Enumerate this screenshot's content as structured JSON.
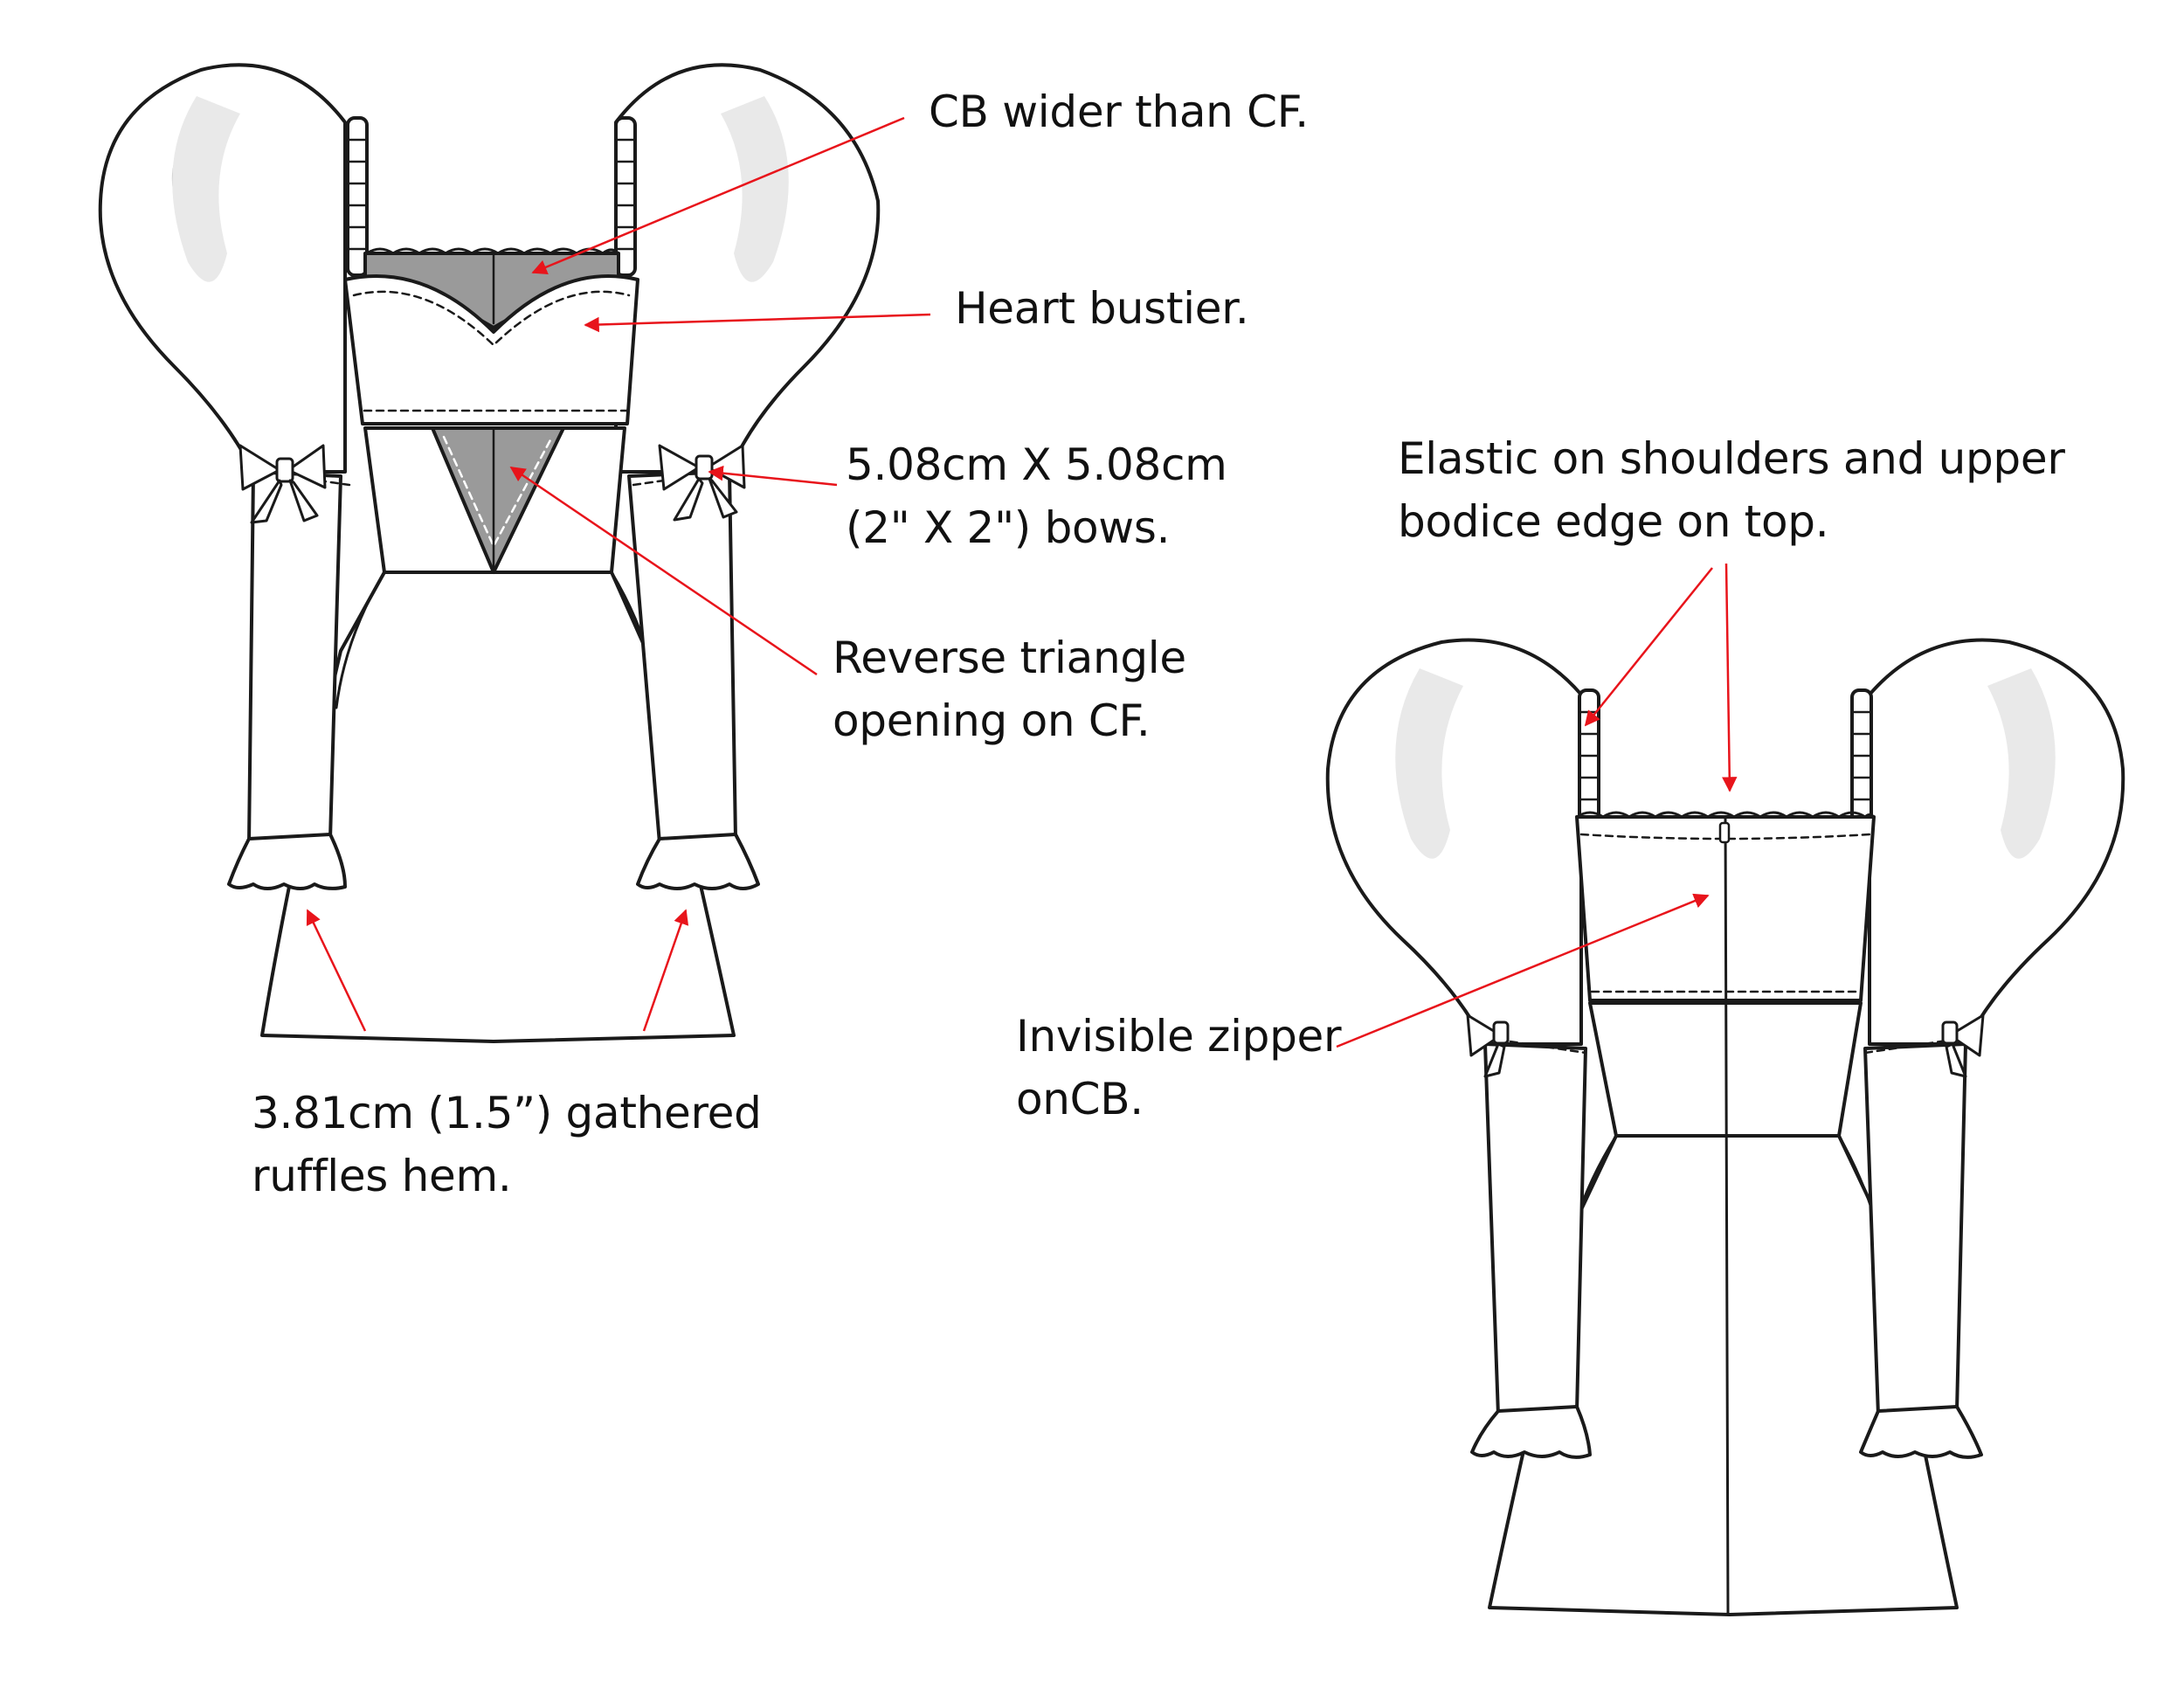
{
  "colors": {
    "outline": "#1a1a1a",
    "annotation": "#e8141b",
    "panel_grey": "#9a9a9a",
    "sleeve_shade": "#e9e9e9",
    "background": "#ffffff"
  },
  "front_view": {
    "labels": {
      "cb_wider": "CB wider than CF.",
      "heart_bustier": "Heart bustier.",
      "bows_line1": "5.08cm X 5.08cm",
      "bows_line2": "(2\" X 2\") bows.",
      "triangle_line1": "Reverse triangle",
      "triangle_line2": "opening on CF.",
      "ruffles_line1": "3.81cm (1.5”) gathered",
      "ruffles_line2": "ruffles hem."
    }
  },
  "back_view": {
    "labels": {
      "elastic_line1": "Elastic on shoulders and upper",
      "elastic_line2": "bodice edge on top.",
      "zipper_line1": "Invisible zipper",
      "zipper_line2": "onCB."
    }
  }
}
